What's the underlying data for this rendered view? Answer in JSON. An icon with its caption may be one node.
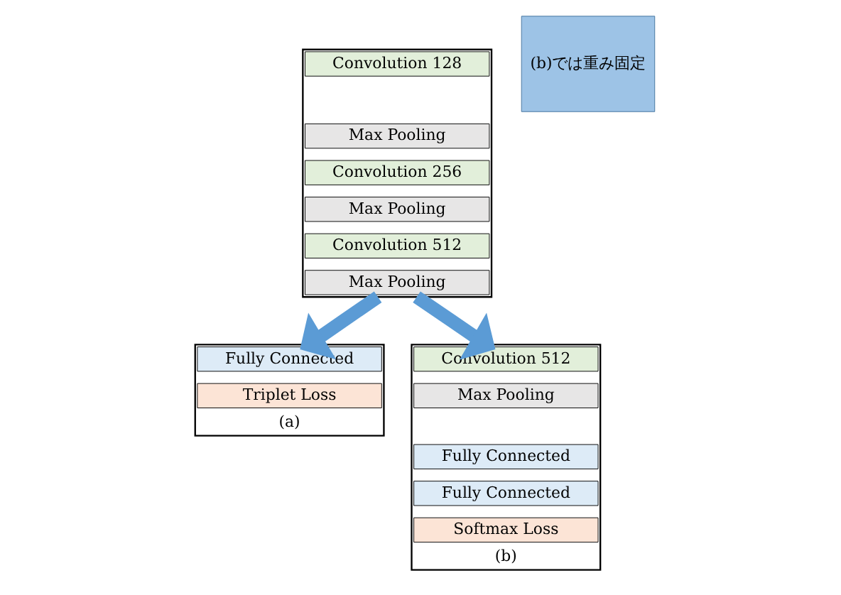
{
  "diagram": {
    "nodes": [
      {
        "text": [],
        "shape": "box"
      },
      {
        "text": [
          "Convolution 128"
        ],
        "in": 0
      },
      {
        "text": [
          "Max Pooling"
        ],
        "in": 0
      },
      {
        "text": [
          "Convolution 256"
        ],
        "in": 0
      },
      {
        "text": [
          "Max Pooling"
        ],
        "in": 0
      },
      {
        "text": [
          "Convolution 512"
        ],
        "in": 0
      },
      {
        "text": [
          "Max Pooling"
        ],
        "in": 0
      },
      {
        "text": [
          "(b)では重み固定"
        ]
      },
      {
        "text": [
          "(a)"
        ]
      },
      {
        "text": [
          "Fully Connected"
        ],
        "in": 8
      },
      {
        "text": [
          "Triplet Loss"
        ],
        "in": 8
      },
      {
        "text": [
          "(b)"
        ]
      },
      {
        "text": [
          "Convolution 512"
        ],
        "in": 11
      },
      {
        "text": [
          "Max Pooling"
        ],
        "in": 11
      },
      {
        "text": [
          "Fully Connected"
        ],
        "in": 11
      },
      {
        "text": [
          "Fully Connected"
        ],
        "in": 11
      },
      {
        "text": [
          "Softmax Loss"
        ],
        "in": 11
      }
    ],
    "edges": [
      {
        "from": 0,
        "to": 8,
        "arrow": "to"
      },
      {
        "from": 0,
        "to": 11,
        "arrow": "to"
      }
    ]
  }
}
